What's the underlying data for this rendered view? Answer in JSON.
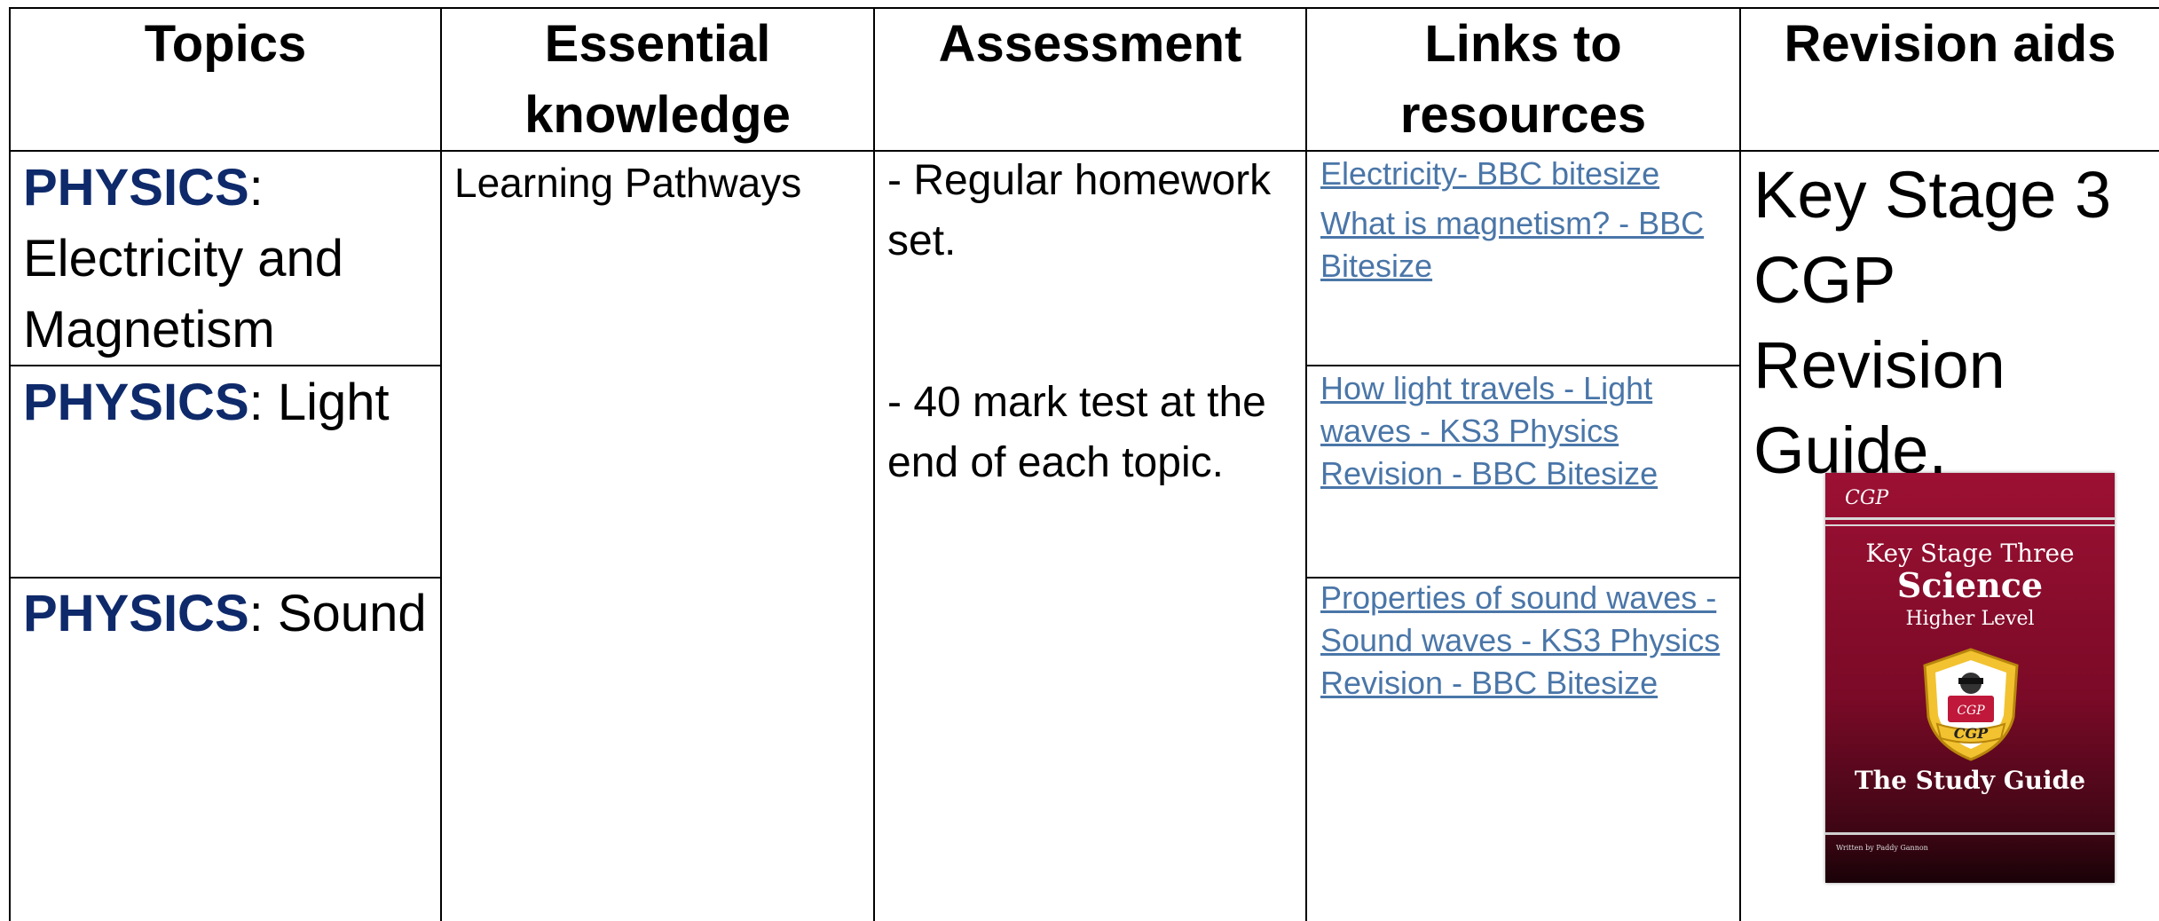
{
  "headers": {
    "topics": "Topics",
    "essential_line1": "Essential",
    "essential_line2": "knowledge",
    "assessment": "Assessment",
    "links_line1": "Links to",
    "links_line2": "resources",
    "revision": "Revision aids"
  },
  "topics": {
    "electricity": {
      "keyword": "PHYSICS",
      "sep": ":",
      "line2": "Electricity and",
      "line3": "Magnetism"
    },
    "light": {
      "keyword": "PHYSICS",
      "rest": ": Light"
    },
    "sound": {
      "keyword": "PHYSICS",
      "rest": ": Sound"
    }
  },
  "essential_knowledge": "Learning Pathways",
  "assessment": {
    "item1_line1": "- Regular homework",
    "item1_line2": "set.",
    "item2_line1": "- 40 mark test at the",
    "item2_line2": "end of each topic."
  },
  "links": {
    "electricity_bbc": "Electricity- BBC bitesize",
    "magnetism_line1": "What is magnetism? - BBC",
    "magnetism_line2": "Bitesize",
    "light_line1": "How light travels - Light",
    "light_line2": "waves - KS3 Physics",
    "light_line3": "Revision - BBC Bitesize",
    "sound_line1": "Properties of sound waves -",
    "sound_line2": "Sound waves - KS3 Physics",
    "sound_line3": "Revision - BBC Bitesize"
  },
  "revision": {
    "line1": "Key Stage 3",
    "line2": "CGP Revision",
    "line3": "Guide.",
    "book": {
      "brand": "CGP",
      "line1": "Key Stage Three",
      "line2": "Science",
      "line3": "Higher Level",
      "crest_label": "CGP",
      "line4": "The Study Guide",
      "author": "Written by Paddy Gannon"
    }
  },
  "colors": {
    "keyword": "#0f2a6b",
    "link": "#4a76a8",
    "book_red": "#9c1033"
  }
}
